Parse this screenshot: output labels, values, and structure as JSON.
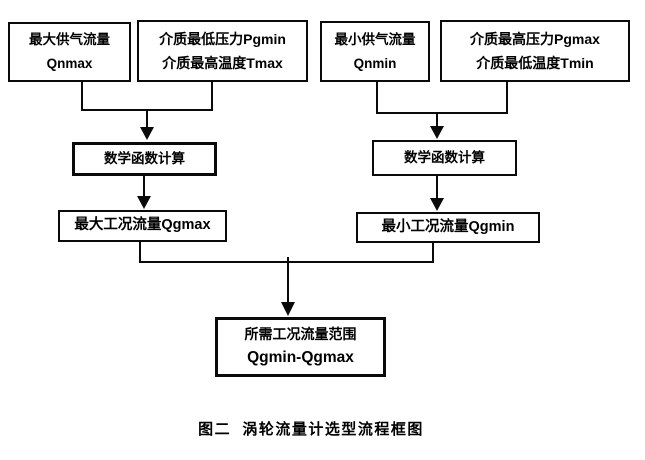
{
  "figure": {
    "caption": "图二  涡轮流量计选型流程框图",
    "colors": {
      "line": "#0a0a0a",
      "text": "#000000",
      "background": "#ffffff"
    },
    "boxes": {
      "qnmax_supply": {
        "line1": "最大供气流量",
        "line2": "Qnmax"
      },
      "pgmin_tmax": {
        "line1": "介质最低压力Pgmin",
        "line2": "介质最高温度Tmax"
      },
      "qnmin_supply": {
        "line1": "最小供气流量",
        "line2": "Qnmin"
      },
      "pgmax_tmin": {
        "line1": "介质最高压力Pgmax",
        "line2": "介质最低温度Tmin"
      },
      "calc_left": {
        "label": "数学函数计算"
      },
      "calc_right": {
        "label": "数学函数计算"
      },
      "qgmax_result": {
        "label": "最大工况流量Qgmax"
      },
      "qgmin_result": {
        "label": "最小工况流量Qgmin"
      },
      "required_range": {
        "line1": "所需工况流量范围",
        "line2": "Qgmin-Qgmax"
      }
    }
  }
}
